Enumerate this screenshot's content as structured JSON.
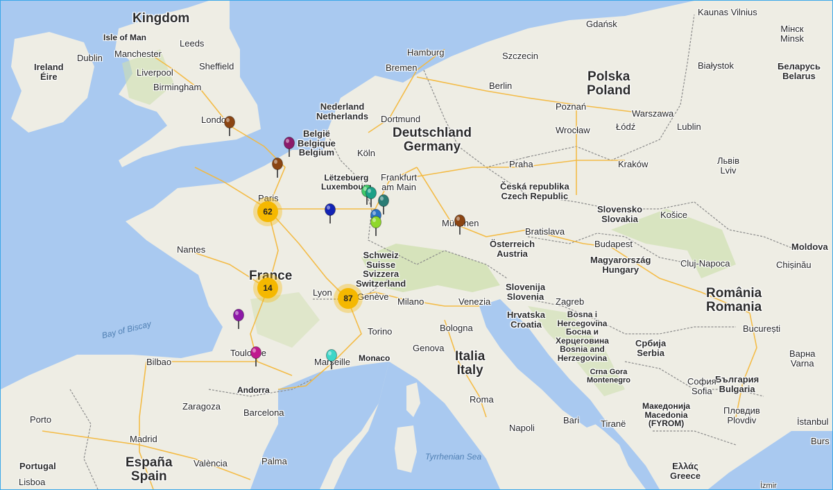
{
  "map": {
    "countries": [
      {
        "id": "united-kingdom",
        "text": "Kingdom"
      },
      {
        "id": "ireland",
        "text": "Ireland\nÉire"
      },
      {
        "id": "nederland",
        "text": "Nederland\nNetherlands"
      },
      {
        "id": "belgium",
        "text": "België\nBelgique\nBelgium"
      },
      {
        "id": "luxembourg",
        "text": "Lëtzebuerg\nLuxembourg"
      },
      {
        "id": "germany",
        "text": "Deutschland\nGermany"
      },
      {
        "id": "poland",
        "text": "Polska\nPoland"
      },
      {
        "id": "belarus",
        "text": "Беларусь\nBelarus"
      },
      {
        "id": "czech",
        "text": "Česká republika\nCzech Republic"
      },
      {
        "id": "slovakia",
        "text": "Slovensko\nSlovakia"
      },
      {
        "id": "austria",
        "text": "Österreich\nAustria"
      },
      {
        "id": "hungary",
        "text": "Magyarország\nHungary"
      },
      {
        "id": "romania",
        "text": "România\nRomania"
      },
      {
        "id": "moldova",
        "text": "Moldova"
      },
      {
        "id": "france",
        "text": "France"
      },
      {
        "id": "switzerland",
        "text": "Schweiz\nSuisse\nSvizzera\nSwitzerland"
      },
      {
        "id": "slovenia",
        "text": "Slovenija\nSlovenia"
      },
      {
        "id": "croatia",
        "text": "Hrvatska\nCroatia"
      },
      {
        "id": "bosnia",
        "text": "Bosna i\nHercegovina\nБосна и\nХерцеговина\nBosnia and\nHerzegovina"
      },
      {
        "id": "serbia",
        "text": "Србија\nSerbia"
      },
      {
        "id": "montenegro",
        "text": "Crna Gora\nMontenegro"
      },
      {
        "id": "bulgaria",
        "text": "България\nBulgaria"
      },
      {
        "id": "macedonia",
        "text": "Македонија\nMacedonia\n(FYROM)"
      },
      {
        "id": "greece",
        "text": "Ελλάς\nGreece"
      },
      {
        "id": "italy",
        "text": "Italia\nItaly"
      },
      {
        "id": "spain",
        "text": "España\nSpain"
      },
      {
        "id": "portugal",
        "text": "Portugal"
      },
      {
        "id": "andorra",
        "text": "Andorra"
      },
      {
        "id": "monaco",
        "text": "Monaco"
      }
    ],
    "cities": [
      {
        "id": "isle-of-man",
        "text": "Isle of Man"
      },
      {
        "id": "leeds",
        "text": "Leeds"
      },
      {
        "id": "dublin",
        "text": "Dublin"
      },
      {
        "id": "manchester",
        "text": "Manchester"
      },
      {
        "id": "sheffield",
        "text": "Sheffield"
      },
      {
        "id": "liverpool",
        "text": "Liverpool"
      },
      {
        "id": "birmingham",
        "text": "Birmingham"
      },
      {
        "id": "london",
        "text": "London"
      },
      {
        "id": "hamburg",
        "text": "Hamburg"
      },
      {
        "id": "bremen",
        "text": "Bremen"
      },
      {
        "id": "szczecin",
        "text": "Szczecin"
      },
      {
        "id": "gdansk",
        "text": "Gdańsk"
      },
      {
        "id": "kaunas-vilnius",
        "text": "Kaunas Vilnius"
      },
      {
        "id": "minsk",
        "text": "Мінск\nMinsk"
      },
      {
        "id": "bialystok",
        "text": "Białystok"
      },
      {
        "id": "berlin",
        "text": "Berlin"
      },
      {
        "id": "poznan",
        "text": "Poznań"
      },
      {
        "id": "warszawa",
        "text": "Warszawa"
      },
      {
        "id": "lodz",
        "text": "Łódź"
      },
      {
        "id": "lublin",
        "text": "Lublin"
      },
      {
        "id": "wroclaw",
        "text": "Wrocław"
      },
      {
        "id": "dortmund",
        "text": "Dortmund"
      },
      {
        "id": "koln",
        "text": "Köln"
      },
      {
        "id": "frankfurt",
        "text": "Frankfurt\nam Main"
      },
      {
        "id": "praha",
        "text": "Praha"
      },
      {
        "id": "krakow",
        "text": "Kraków"
      },
      {
        "id": "lviv",
        "text": "Львів\nLviv"
      },
      {
        "id": "paris",
        "text": "Paris"
      },
      {
        "id": "kosice",
        "text": "Košice"
      },
      {
        "id": "munchen",
        "text": "München"
      },
      {
        "id": "bratislava",
        "text": "Bratislava"
      },
      {
        "id": "budapest",
        "text": "Budapest"
      },
      {
        "id": "cluj",
        "text": "Cluj-Napoca"
      },
      {
        "id": "chisinau",
        "text": "Chișinău"
      },
      {
        "id": "nantes",
        "text": "Nantes"
      },
      {
        "id": "lyon",
        "text": "Lyon"
      },
      {
        "id": "geneve",
        "text": "Genève"
      },
      {
        "id": "milano",
        "text": "Milano"
      },
      {
        "id": "venezia",
        "text": "Venezia"
      },
      {
        "id": "zagreb",
        "text": "Zagreb"
      },
      {
        "id": "bucuresti",
        "text": "București"
      },
      {
        "id": "varna",
        "text": "Варна\nVarna"
      },
      {
        "id": "torino",
        "text": "Torino"
      },
      {
        "id": "bologna",
        "text": "Bologna"
      },
      {
        "id": "genova",
        "text": "Genova"
      },
      {
        "id": "toulouse",
        "text": "Toulouse"
      },
      {
        "id": "marseille",
        "text": "Marseille"
      },
      {
        "id": "bilbao",
        "text": "Bilbao"
      },
      {
        "id": "zaragoza",
        "text": "Zaragoza"
      },
      {
        "id": "barcelona",
        "text": "Barcelona"
      },
      {
        "id": "porto",
        "text": "Porto"
      },
      {
        "id": "madrid",
        "text": "Madrid"
      },
      {
        "id": "valencia",
        "text": "València"
      },
      {
        "id": "palma",
        "text": "Palma"
      },
      {
        "id": "lisboa",
        "text": "Lisboa"
      },
      {
        "id": "roma",
        "text": "Roma"
      },
      {
        "id": "bari",
        "text": "Bari"
      },
      {
        "id": "napoli",
        "text": "Napoli"
      },
      {
        "id": "tirane",
        "text": "Tiranë"
      },
      {
        "id": "sofia",
        "text": "София\nSofia"
      },
      {
        "id": "plovdiv",
        "text": "Пловдив\nPlovdiv"
      },
      {
        "id": "istanbul",
        "text": "İstanbul"
      },
      {
        "id": "burs",
        "text": "Burs"
      },
      {
        "id": "izmir",
        "text": "İzmir"
      }
    ],
    "seas": [
      {
        "id": "bay-of-biscay",
        "text": "Bay of Biscay"
      },
      {
        "id": "tyrrhenian-sea",
        "text": "Tyrrhenian Sea"
      }
    ],
    "clusters": [
      {
        "id": "cluster-paris",
        "count": "62",
        "color": "#f5b800"
      },
      {
        "id": "cluster-france",
        "count": "14",
        "color": "#f5b800"
      },
      {
        "id": "cluster-lyon",
        "count": "87",
        "color": "#f5b800"
      }
    ],
    "markers": [
      {
        "id": "marker-london",
        "color": "#8b4513"
      },
      {
        "id": "marker-lille",
        "color": "#8b1a6b"
      },
      {
        "id": "marker-nord",
        "color": "#8b4513"
      },
      {
        "id": "marker-luxembourg-green",
        "color": "#3fc96a"
      },
      {
        "id": "marker-luxembourg-teal",
        "color": "#1aa087"
      },
      {
        "id": "marker-saarbrucken",
        "color": "#2a7c75"
      },
      {
        "id": "marker-strasbourg-blue",
        "color": "#2a73c4"
      },
      {
        "id": "marker-strasbourg-lime",
        "color": "#8fd82a"
      },
      {
        "id": "marker-champagne",
        "color": "#1323b5"
      },
      {
        "id": "marker-munchen",
        "color": "#8b4513"
      },
      {
        "id": "marker-limoges",
        "color": "#8e19a8"
      },
      {
        "id": "marker-toulouse",
        "color": "#c01a8e"
      },
      {
        "id": "marker-marseille",
        "color": "#3fd6c8"
      }
    ],
    "colors": {
      "water": "#a9c9f0",
      "land": "#eeede4",
      "land_green": "#cfe0b0",
      "road": "#f4b93e",
      "border": "#8a8a8a",
      "frame": "#3aa7e8"
    }
  }
}
